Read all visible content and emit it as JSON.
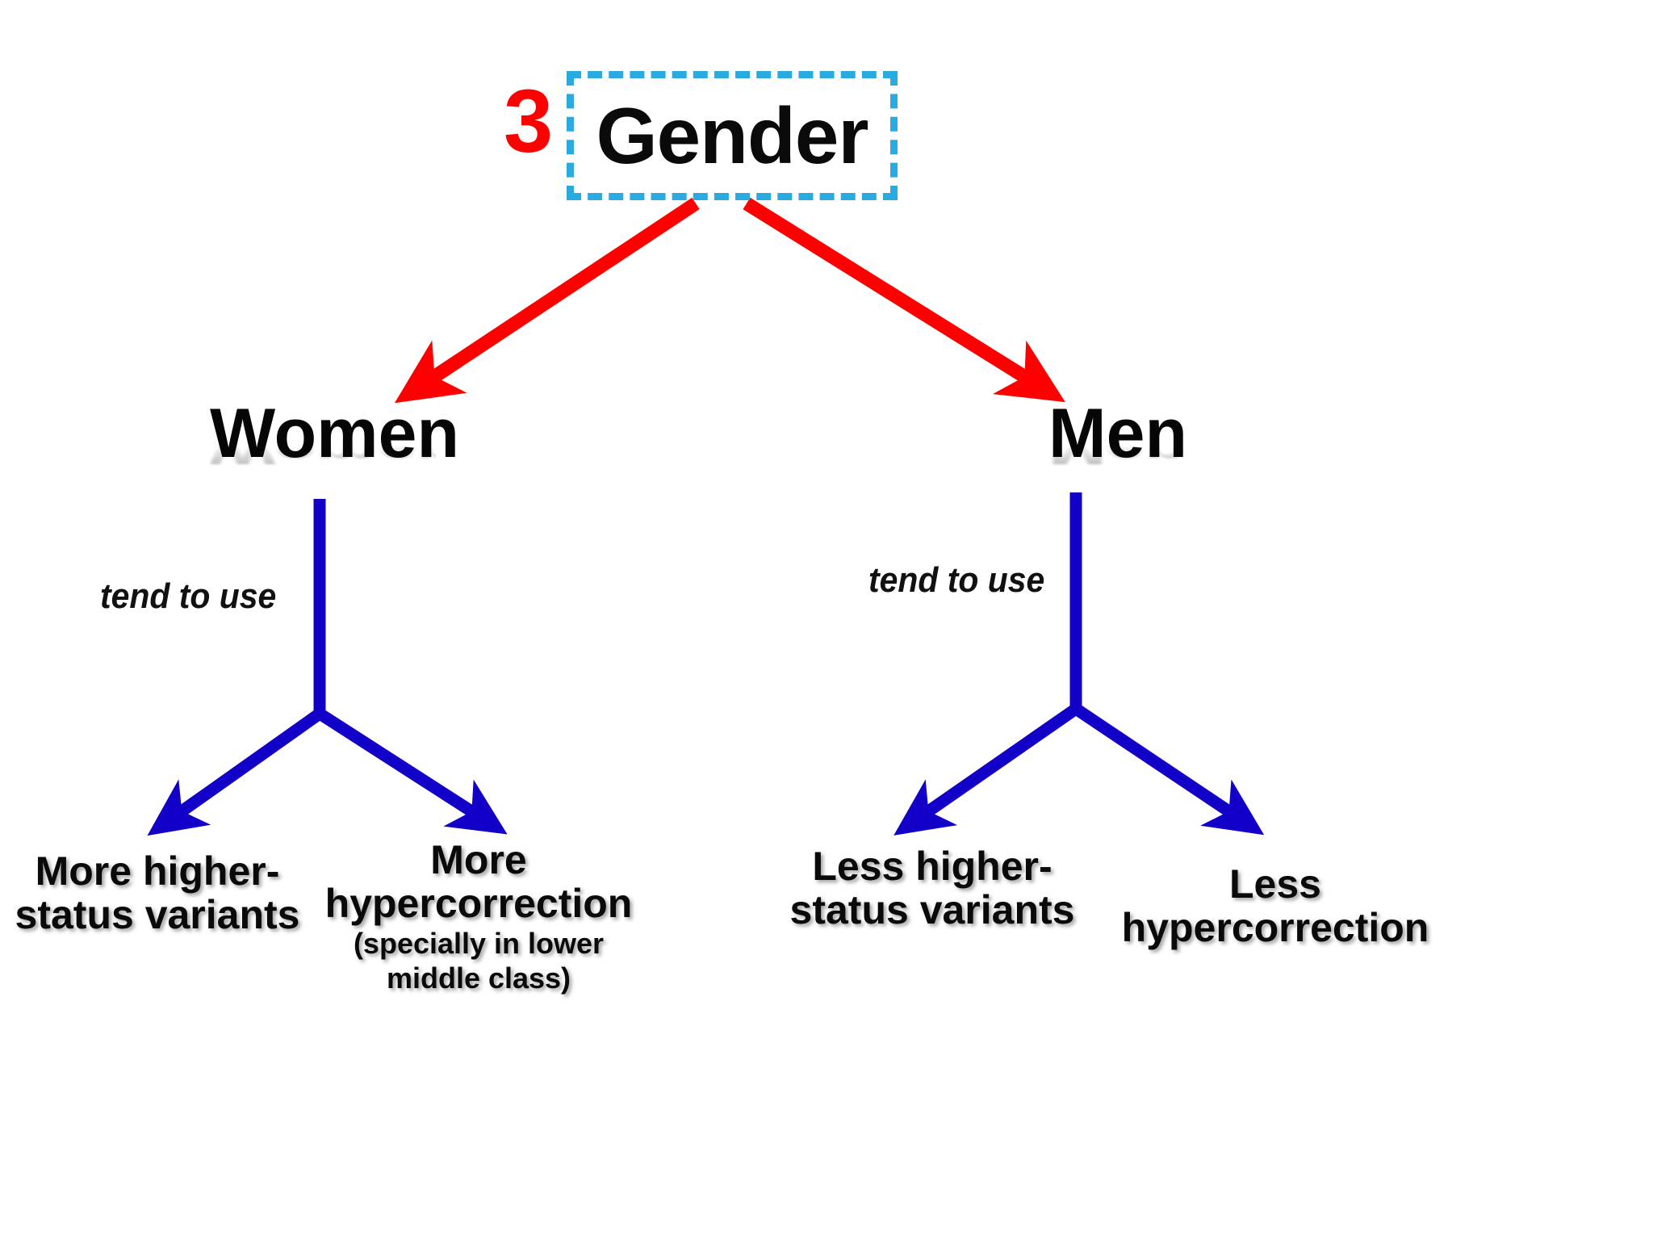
{
  "slide": {
    "background_color": "#ffffff",
    "number_marker": "3",
    "number_marker_color": "#ff0000"
  },
  "root": {
    "label": "Gender",
    "box_border_color": "#29abe2",
    "box_border_style": "dashed",
    "text_color": "#000000"
  },
  "connectors": {
    "root_to_branch_color": "#ff0000",
    "branch_to_leaf_color": "#1200c8"
  },
  "branches": [
    {
      "id": "women",
      "label": "Women",
      "edge_label": "tend to use",
      "leaves": [
        {
          "main": "More higher-\nstatus variants",
          "line1": "More higher-",
          "line2": "status variants",
          "note": ""
        },
        {
          "main": "More hypercorrection",
          "line1": "More",
          "line2": "hypercorrection",
          "note": "(specially in lower middle class)",
          "note_line1": "(specially in lower",
          "note_line2": "middle class)"
        }
      ]
    },
    {
      "id": "men",
      "label": "Men",
      "edge_label": "tend to use",
      "leaves": [
        {
          "main": "Less higher-\nstatus variants",
          "line1": "Less higher-",
          "line2": "status variants",
          "note": ""
        },
        {
          "main": "Less hypercorrection",
          "line1": "Less",
          "line2": "hypercorrection",
          "note": ""
        }
      ]
    }
  ],
  "leaf_captions": {
    "women_status_line1": "More higher-",
    "women_status_line2": "status variants",
    "women_hyper_line1": "More",
    "women_hyper_line2": "hypercorrection",
    "women_hyper_note1": "(specially in lower",
    "women_hyper_note2": "middle class)",
    "men_status_line1": "Less higher-",
    "men_status_line2": "status variants",
    "men_hyper_line1": "Less",
    "men_hyper_line2": "hypercorrection"
  }
}
